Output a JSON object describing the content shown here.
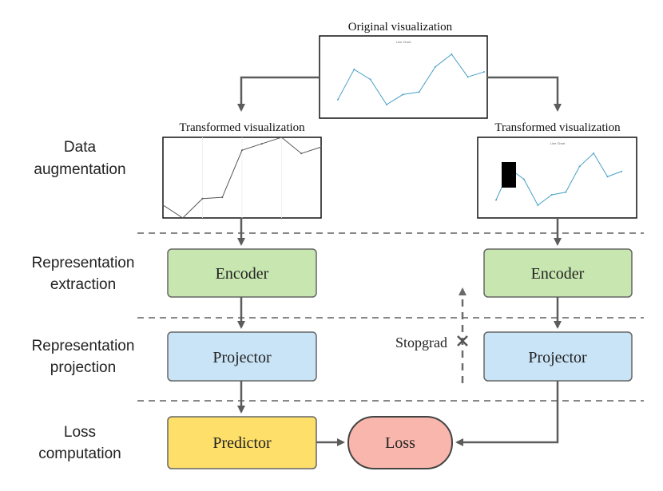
{
  "top": {
    "original_label": "Original visualization",
    "left_transformed_label": "Transformed visualization",
    "right_transformed_label": "Transformed visualization"
  },
  "stages": {
    "data_augmentation": [
      "Data",
      "augmentation"
    ],
    "representation_extraction": [
      "Representation",
      "extraction"
    ],
    "representation_projection": [
      "Representation",
      "projection"
    ],
    "loss_computation": [
      "Loss",
      "computation"
    ]
  },
  "blocks": {
    "encoder_left": "Encoder",
    "encoder_right": "Encoder",
    "projector_left": "Projector",
    "projector_right": "Projector",
    "predictor": "Predictor",
    "loss": "Loss",
    "stopgrad": "Stopgrad"
  },
  "colors": {
    "encoder_fill": "#c8e6b0",
    "projector_fill": "#c9e4f6",
    "predictor_fill": "#fddf6a",
    "loss_fill": "#f8b6ad",
    "block_stroke": "#666666",
    "arrow": "#5c5c5c",
    "divider": "#777777",
    "chart_line": "#4a9fc7",
    "chart_line_gray": "#555555"
  },
  "mini_charts": {
    "original": {
      "title": "Line Chart",
      "values": [
        3,
        9,
        7,
        2,
        4,
        4.5,
        9.5,
        12,
        7.5,
        8.5
      ]
    },
    "left_transformed": {
      "values": [
        2,
        0,
        3,
        3.2,
        10.5,
        11.5,
        12.5,
        10,
        11
      ]
    },
    "right_transformed": {
      "title": "Line Chart",
      "values": [
        3,
        9,
        7,
        2,
        4,
        4.5,
        9.5,
        12,
        7.5,
        8.5
      ]
    }
  }
}
